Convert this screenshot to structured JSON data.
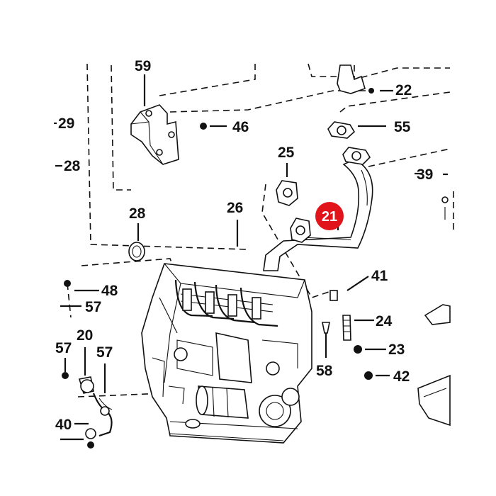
{
  "diagram": {
    "callouts": [
      "59",
      "22",
      "29",
      "46",
      "55",
      "28",
      "25",
      "39",
      "26",
      "28",
      "21",
      "41",
      "48",
      "57",
      "24",
      "20",
      "57",
      "57",
      "23",
      "58",
      "42",
      "40"
    ],
    "highlight_color": "#e0141a",
    "highlight_text_color": "#ffffff",
    "line_color": "#111111"
  }
}
